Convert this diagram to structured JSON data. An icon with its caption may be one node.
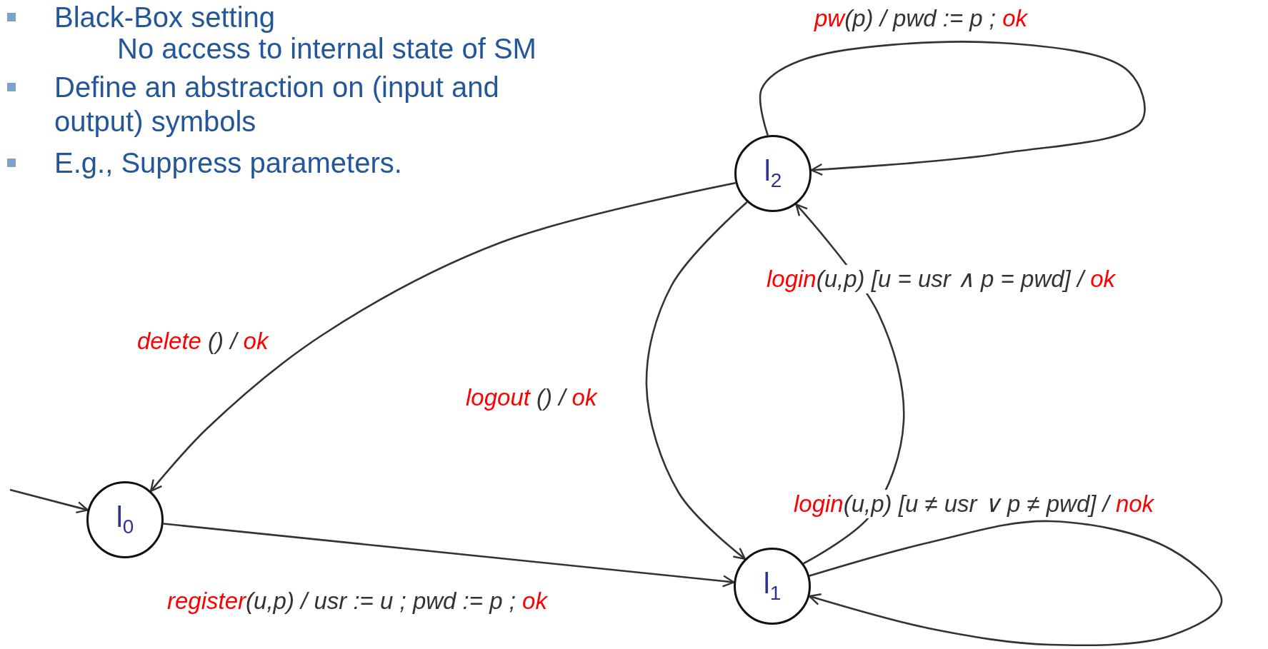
{
  "diagram": {
    "nodes": [
      {
        "text": [
          "l$_{2}$"
        ]
      },
      {
        "text": [
          "l$_{0}$"
        ]
      },
      {
        "text": [
          "l$_{1}$"
        ]
      }
    ],
    "edges": [
      {
        "from": null,
        "to": 1,
        "arrow": "to"
      },
      {
        "from": 1,
        "to": 2,
        "arrow": "to",
        "label": "register(u,p) / usr := u ; pwd := p ; ok"
      },
      {
        "from": 0,
        "to": 1,
        "arrow": "to",
        "label": "delete () / ok"
      },
      {
        "from": 0,
        "to": 2,
        "arrow": "to",
        "label": "logout () / ok"
      },
      {
        "from": 2,
        "to": 0,
        "arrow": "to",
        "label": "login(u,p) [u = usr ∧ p = pwd] / ok"
      },
      {
        "from": 0,
        "to": 0,
        "arrow": "to",
        "label": "pw(p) / pwd := p ; ok"
      },
      {
        "from": 2,
        "to": 2,
        "arrow": "to",
        "label": "login(u,p) [u ≠ usr ∨ p ≠ pwd] / nok"
      }
    ],
    "labels": [
      "Black-Box setting",
      "No access to internal state of SM",
      "Define an abstraction on (input and output) symbols",
      "E.g., Suppress parameters."
    ]
  }
}
